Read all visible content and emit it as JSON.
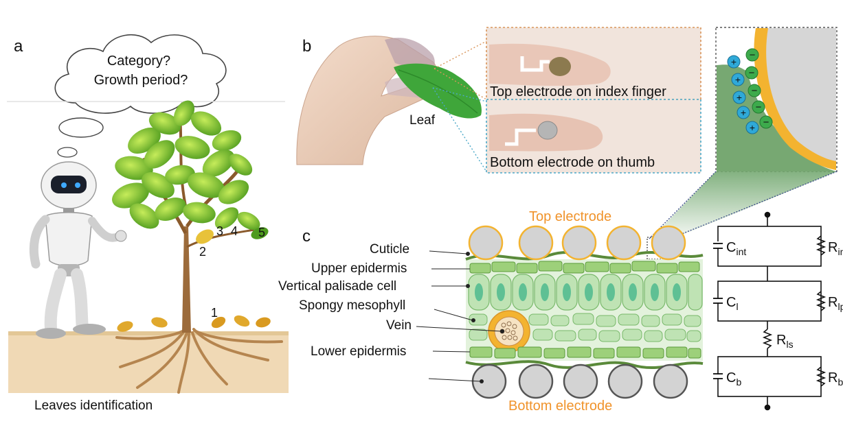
{
  "panels": {
    "a": "a",
    "b": "b",
    "c": "c"
  },
  "panel_a": {
    "thought_line1": "Category?",
    "thought_line2": "Growth period?",
    "caption": "Leaves identification",
    "leaf_numbers": [
      "1",
      "2",
      "3",
      "4",
      "5"
    ]
  },
  "panel_b": {
    "leaf_label": "Leaf",
    "top_electrode_caption": "Top electrode on index finger",
    "bottom_electrode_caption": "Bottom electrode on thumb"
  },
  "panel_c": {
    "top_electrode": "Top electrode",
    "bottom_electrode": "Bottom electrode",
    "layers": [
      "Cuticle",
      "Upper epidermis",
      "Vertical palisade cell",
      "Spongy mesophyll",
      "Vein",
      "Lower epidermis"
    ]
  },
  "zoom_charges": {
    "positive": "+",
    "negative": "−"
  },
  "circuit": {
    "c_int_base": "C",
    "c_int_sub": "int",
    "r_int_base": "R",
    "r_int_sub": "int",
    "c_l_base": "C",
    "c_l_sub": "l",
    "r_lp_base": "R",
    "r_lp_sub": "lp",
    "r_ls_base": "R",
    "r_ls_sub": "ls",
    "c_b_base": "C",
    "c_b_sub": "b",
    "r_b_base": "R",
    "r_b_sub": "b"
  },
  "colors": {
    "electrode_orange": "#F0932B",
    "leaf_green": "#8CC26A",
    "cell_green": "#BFE3B4",
    "positive_ion": "#2FA9D8",
    "negative_ion": "#3DAA4C",
    "electrode_gray": "#D3D3D3"
  }
}
